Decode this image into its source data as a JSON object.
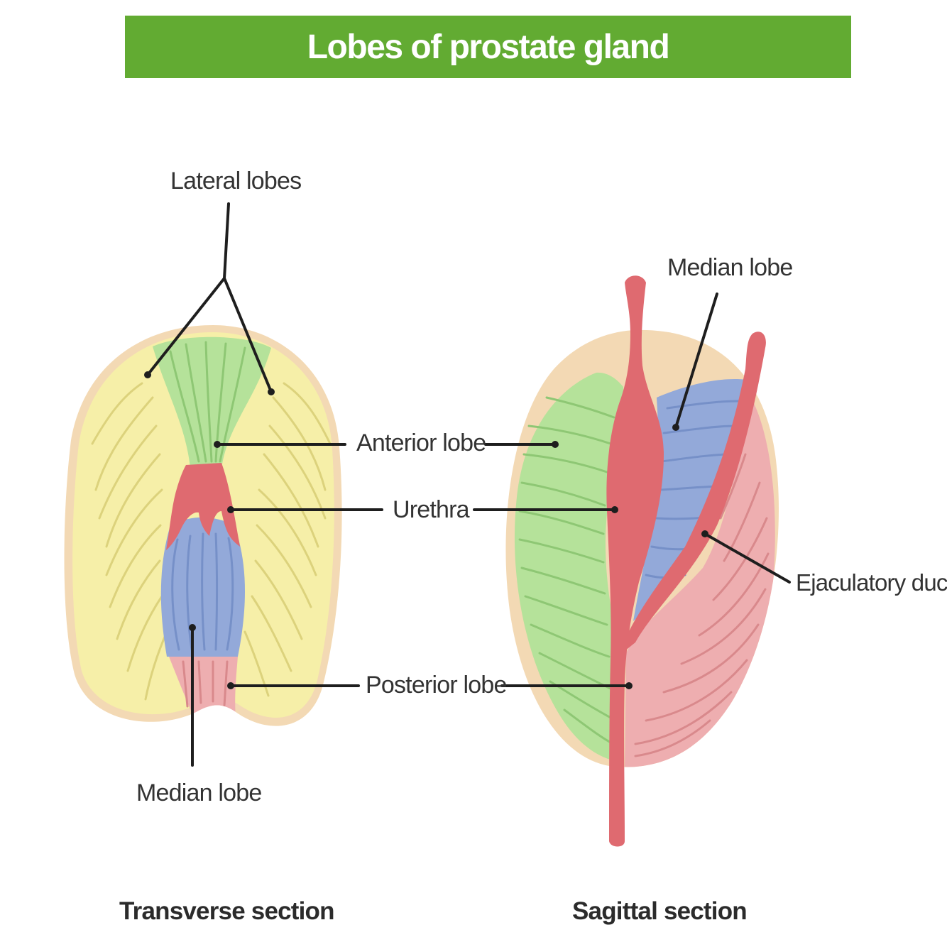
{
  "title": "Lobes of prostate gland",
  "colors": {
    "banner": "#62ab32",
    "capsule": "#f3d9b4",
    "lateral_lobe": "#f6efa8",
    "anterior_lobe": "#b5e29a",
    "median_lobe": "#93a9d9",
    "posterior_lobe": "#eeaeb0",
    "urethra": "#df6a70",
    "leader_line": "#1e1e1e"
  },
  "transverse": {
    "caption": "Transverse section",
    "labels": {
      "lateral_lobes": "Lateral lobes",
      "median_lobe": "Median lobe"
    }
  },
  "center_labels": {
    "anterior_lobe": "Anterior lobe",
    "urethra": "Urethra",
    "posterior_lobe": "Posterior lobe"
  },
  "sagittal": {
    "caption": "Sagittal section",
    "labels": {
      "median_lobe": "Median lobe",
      "ejaculatory_duct": "Ejaculatory duct"
    }
  }
}
